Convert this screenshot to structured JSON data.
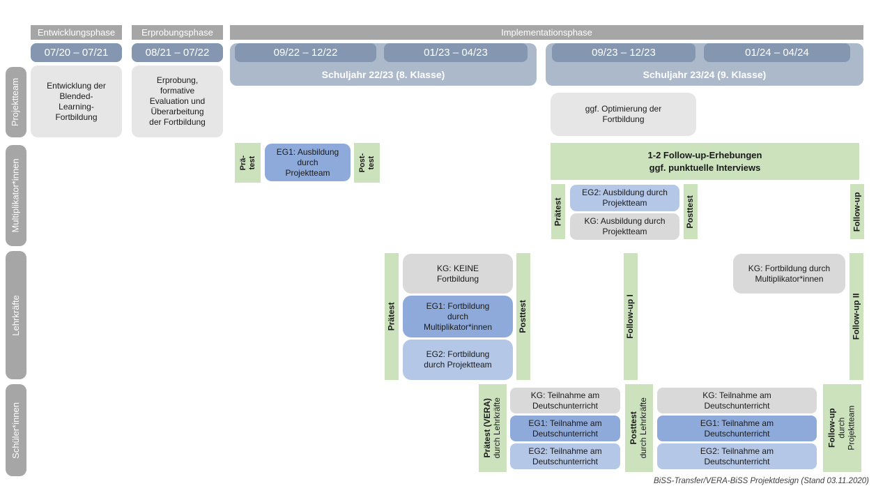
{
  "colors": {
    "phase-gray": "#A6A6A6",
    "period-blue": "#8496B0",
    "schoolyear-blue": "#ACB9CA",
    "panel-gray": "#E7E6E6",
    "green": "#CBE2BD",
    "eg1-blue": "#8EAADB",
    "eg2-blue": "#B4C7E7",
    "kg-gray": "#D9D9D9"
  },
  "header": {
    "phases": [
      {
        "label": "Entwicklungsphase"
      },
      {
        "label": "Erprobungsphase"
      },
      {
        "label": "Implementationsphase"
      }
    ],
    "periods": [
      {
        "label": "07/20 – 07/21"
      },
      {
        "label": "08/21 – 07/22"
      },
      {
        "label": "09/22 – 12/22"
      },
      {
        "label": "01/23 – 04/23"
      },
      {
        "label": "09/23 – 12/23"
      },
      {
        "label": "01/24 – 04/24"
      }
    ],
    "school_years": [
      {
        "label": "Schuljahr 22/23 (8. Klasse)"
      },
      {
        "label": "Schuljahr 23/24 (9. Klasse)"
      }
    ]
  },
  "sidebar": {
    "rows": [
      {
        "label": "Projektteam"
      },
      {
        "label": "Multiplikator*innen"
      },
      {
        "label": "Lehrkräfte"
      },
      {
        "label": "Schüler*innen"
      }
    ]
  },
  "projektteam": {
    "development": "Entwicklung der\nBlended-\nLearning-\nFortbildung",
    "testing": "Erprobung,\nformative\nEvaluation und\nÜberarbeitung\nder Fortbildung",
    "optimization": "ggf. Optimierung der\nFortbildung"
  },
  "multiplikatoren": {
    "pretest1_lines": [
      "Prä-",
      "test"
    ],
    "eg1_training": "EG1: Ausbildung\ndurch\nProjektteam",
    "posttest1_lines": [
      "Post-",
      "test"
    ],
    "followup_info": "1-2 Follow-up-Erhebungen\nggf. punktuelle Interviews",
    "pretest2": "Prätest",
    "eg2_training": "EG2: Ausbildung durch\nProjektteam",
    "kg_training": "KG: Ausbildung durch\nProjektteam",
    "posttest2": "Posttest",
    "followup": "Follow-up"
  },
  "lehrkraefte": {
    "pretest": "Prätest",
    "kg_none": "KG: KEINE\nFortbildung",
    "eg1_fortbildung": "EG1: Fortbildung\ndurch\nMultiplikator*innen",
    "eg2_fortbildung": "EG2: Fortbildung\ndurch Projektteam",
    "posttest": "Posttest",
    "followup1": "Follow-up I",
    "kg_fortbildung": "KG: Fortbildung durch\nMultiplikator*innen",
    "followup2": "Follow-up II"
  },
  "schueler": {
    "pretest_lines": [
      "Prätest (VERA)",
      "durch Lehrkräfte"
    ],
    "s1_kg": "KG: Teilnahme am\nDeutschunterricht",
    "s1_eg1": "EG1: Teilnahme am\nDeutschunterricht",
    "s1_eg2": "EG2: Teilnahme am\nDeutschunterricht",
    "posttest_lines": [
      "Posttest",
      "durch Lehrkräfte"
    ],
    "s2_kg": "KG: Teilnahme am\nDeutschunterricht",
    "s2_eg1": "EG1: Teilnahme am\nDeutschunterricht",
    "s2_eg2": "EG2: Teilnahme am\nDeutschunterricht",
    "followup_lines": [
      "Follow-up",
      "durch",
      "Projektteam"
    ]
  },
  "footer": {
    "caption": "BiSS-Transfer/VERA-BiSS Projektdesign (Stand 03.11.2020)"
  }
}
